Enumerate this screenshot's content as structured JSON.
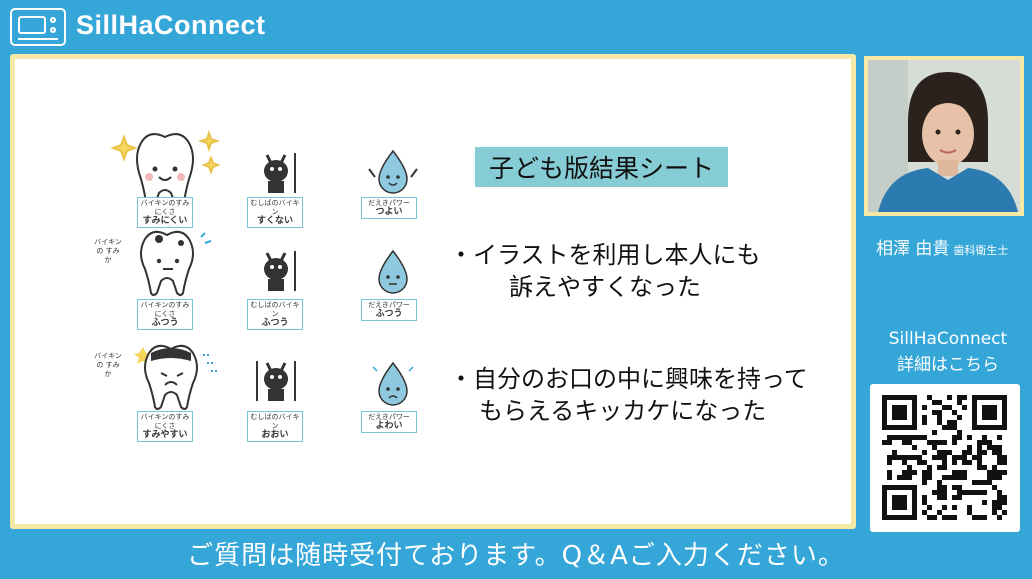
{
  "header": {
    "brand": "SillHaConnect",
    "logo_icon": "monitor-icon"
  },
  "slide": {
    "title": "子ども版結果シート",
    "bullets": [
      {
        "line1": "・イラストを利用し本人にも",
        "line2": "訴えやすくなった"
      },
      {
        "line1": "・自分のお口の中に興味を持って",
        "line2": "もらえるキッカケになった"
      }
    ],
    "rows": [
      {
        "tooth": {
          "small": "バイキンのすみにくさ",
          "big": "すみにくい"
        },
        "germ": {
          "small": "むしばのバイキン",
          "big": "すくない"
        },
        "drop": {
          "small": "だえきパワー",
          "big": "つよい"
        }
      },
      {
        "tooth": {
          "small": "バイキンのすみにくさ",
          "big": "ふつう"
        },
        "germ": {
          "small": "むしばのバイキン",
          "big": "ふつう"
        },
        "drop": {
          "small": "だえきパワー",
          "big": "ふつう"
        },
        "bubble": "バイキンの すみか"
      },
      {
        "tooth": {
          "small": "バイキンのすみにくさ",
          "big": "すみやすい"
        },
        "germ": {
          "small": "むしばのバイキン",
          "big": "おおい"
        },
        "drop": {
          "small": "だえきパワー",
          "big": "よわい"
        },
        "bubble": "バイキンの すみか"
      }
    ]
  },
  "presenter": {
    "name": "相澤 由貴",
    "role": "歯科衛生士"
  },
  "link": {
    "line1": "SillHaConnect",
    "line2": "詳細はこちら"
  },
  "footer": {
    "text": "ご質問は随時受付ております。Q＆Aご入力ください。"
  },
  "colors": {
    "background": "#35a6d8",
    "frame": "#f6e9a6",
    "title_bg": "#86ccd4",
    "label_border": "#7ac4d9"
  }
}
